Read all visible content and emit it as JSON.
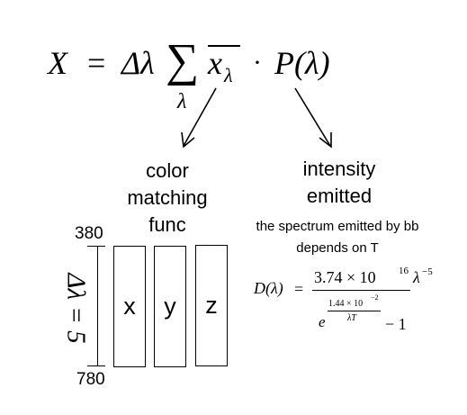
{
  "equation": {
    "lhs": "X",
    "equals": "=",
    "delta_lambda": "Δλ",
    "sum": "∑",
    "sum_index": "λ",
    "x_bar": "x",
    "x_bar_sub": "λ",
    "dot": "·",
    "power": "P(λ)"
  },
  "labels": {
    "cmf": "color matching func",
    "intensity": "intensity emitted",
    "spectrum_caption": "the spectrum emitted by bb depends on T"
  },
  "range": {
    "start": "380",
    "end": "780",
    "step": "Δλ = 5"
  },
  "cmf_boxes": [
    "x",
    "y",
    "z"
  ],
  "planck": {
    "lhs": "D(λ)",
    "equals": "=",
    "numerator_coef": "3.74 × 10",
    "numerator_exp": "16",
    "numerator_lambda": "λ",
    "numerator_lambda_exp": "−5",
    "den_e": "e",
    "den_exp_numerator": "1.44 × 10",
    "den_exp_numerator_sup": "−2",
    "den_exp_denominator": "λT",
    "den_minus": "− 1"
  }
}
